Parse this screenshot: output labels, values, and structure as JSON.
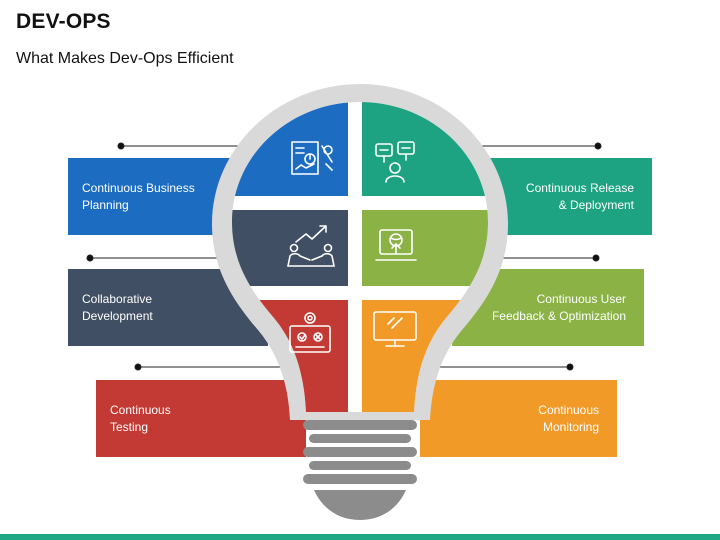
{
  "header": {
    "title": "DEV-OPS",
    "subtitle": "What Makes Dev-Ops Efficient"
  },
  "items": [
    {
      "label": "Continuous Business\nPlanning",
      "side": "left",
      "color": "#1c6dc2",
      "icon": "analytics-report-icon"
    },
    {
      "label": "Collaborative\nDevelopment",
      "side": "left",
      "color": "#404f63",
      "icon": "handshake-growth-icon"
    },
    {
      "label": "Continuous\nTesting",
      "side": "left",
      "color": "#c23a33",
      "icon": "testing-gear-icon"
    },
    {
      "label": "Continuous Release\n& Deployment",
      "side": "right",
      "color": "#1ea382",
      "icon": "feedback-chat-icon"
    },
    {
      "label": "Continuous User\nFeedback & Optimization",
      "side": "right",
      "color": "#8ab245",
      "icon": "laptop-upload-icon"
    },
    {
      "label": "Continuous\nMonitoring",
      "side": "right",
      "color": "#f19a28",
      "icon": "monitor-icon"
    }
  ],
  "colors": {
    "bulb_outline": "#d9d9d9",
    "bulb_base": "#8c8c8c",
    "accent_bar": "#20a884"
  }
}
